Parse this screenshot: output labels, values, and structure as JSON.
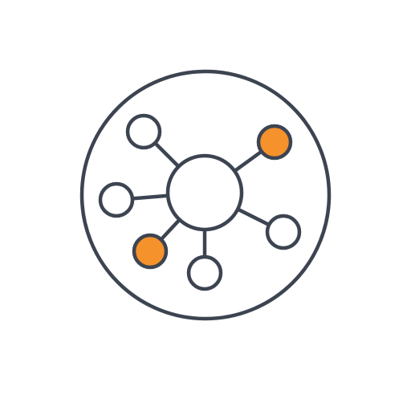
{
  "icon": {
    "name": "network-hub-icon",
    "stroke_color": "#3d4451",
    "fill_default": "#ffffff",
    "accent_color": "#f5922b",
    "nodes": [
      {
        "name": "satellite-node-top-left",
        "highlighted": false
      },
      {
        "name": "satellite-node-top-right",
        "highlighted": true
      },
      {
        "name": "satellite-node-left",
        "highlighted": false
      },
      {
        "name": "satellite-node-right",
        "highlighted": false
      },
      {
        "name": "satellite-node-bottom-left",
        "highlighted": true
      },
      {
        "name": "satellite-node-bottom",
        "highlighted": false
      }
    ]
  }
}
